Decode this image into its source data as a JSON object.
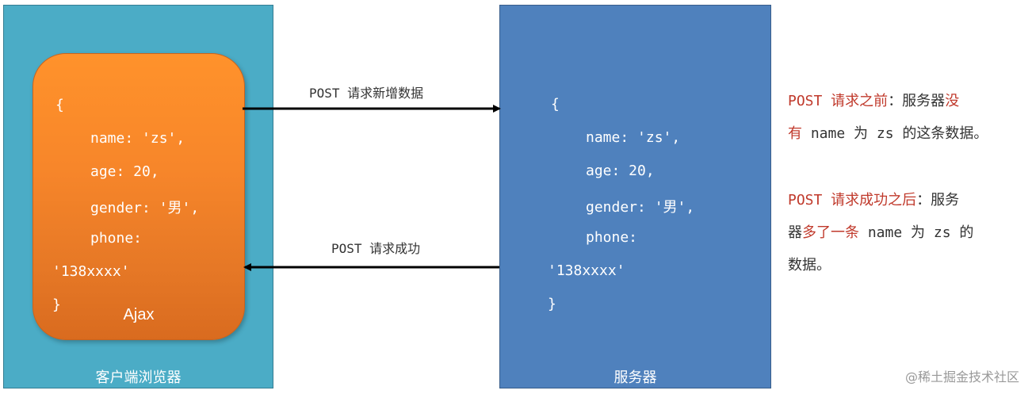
{
  "client": {
    "caption": "客户端浏览器",
    "ajax_label": "Ajax",
    "code": [
      "{",
      "name: 'zs',",
      "age: 20,",
      "gender: '男',",
      "phone:",
      "'138xxxx'",
      "}"
    ]
  },
  "server": {
    "caption": "服务器",
    "code": [
      "{",
      "name: 'zs',",
      "age: 20,",
      "gender: '男',",
      "phone:",
      "'138xxxx'",
      "}"
    ]
  },
  "arrows": {
    "request_label": "POST 请求新增数据",
    "response_label": "POST 请求成功"
  },
  "notes": {
    "before": {
      "red_part": "POST 请求之前",
      "rest_line1": "：服务器",
      "red_char1": "没",
      "red_char2": "有",
      "rest_line2": " name 为 zs 的这条数据。"
    },
    "after": {
      "red_part": "POST 请求成功之后",
      "rest_line1": "：服务",
      "line2_start": "器",
      "red_mid": "多了一条",
      "rest_line2": " name 为 zs 的",
      "line3": "数据。"
    }
  },
  "watermark": "@稀土掘金技术社区",
  "colors": {
    "client_bg": "#4bacc6",
    "server_bg": "#4f81bd",
    "ajax_orange": "#f7862a",
    "note_red": "#c0392b"
  }
}
